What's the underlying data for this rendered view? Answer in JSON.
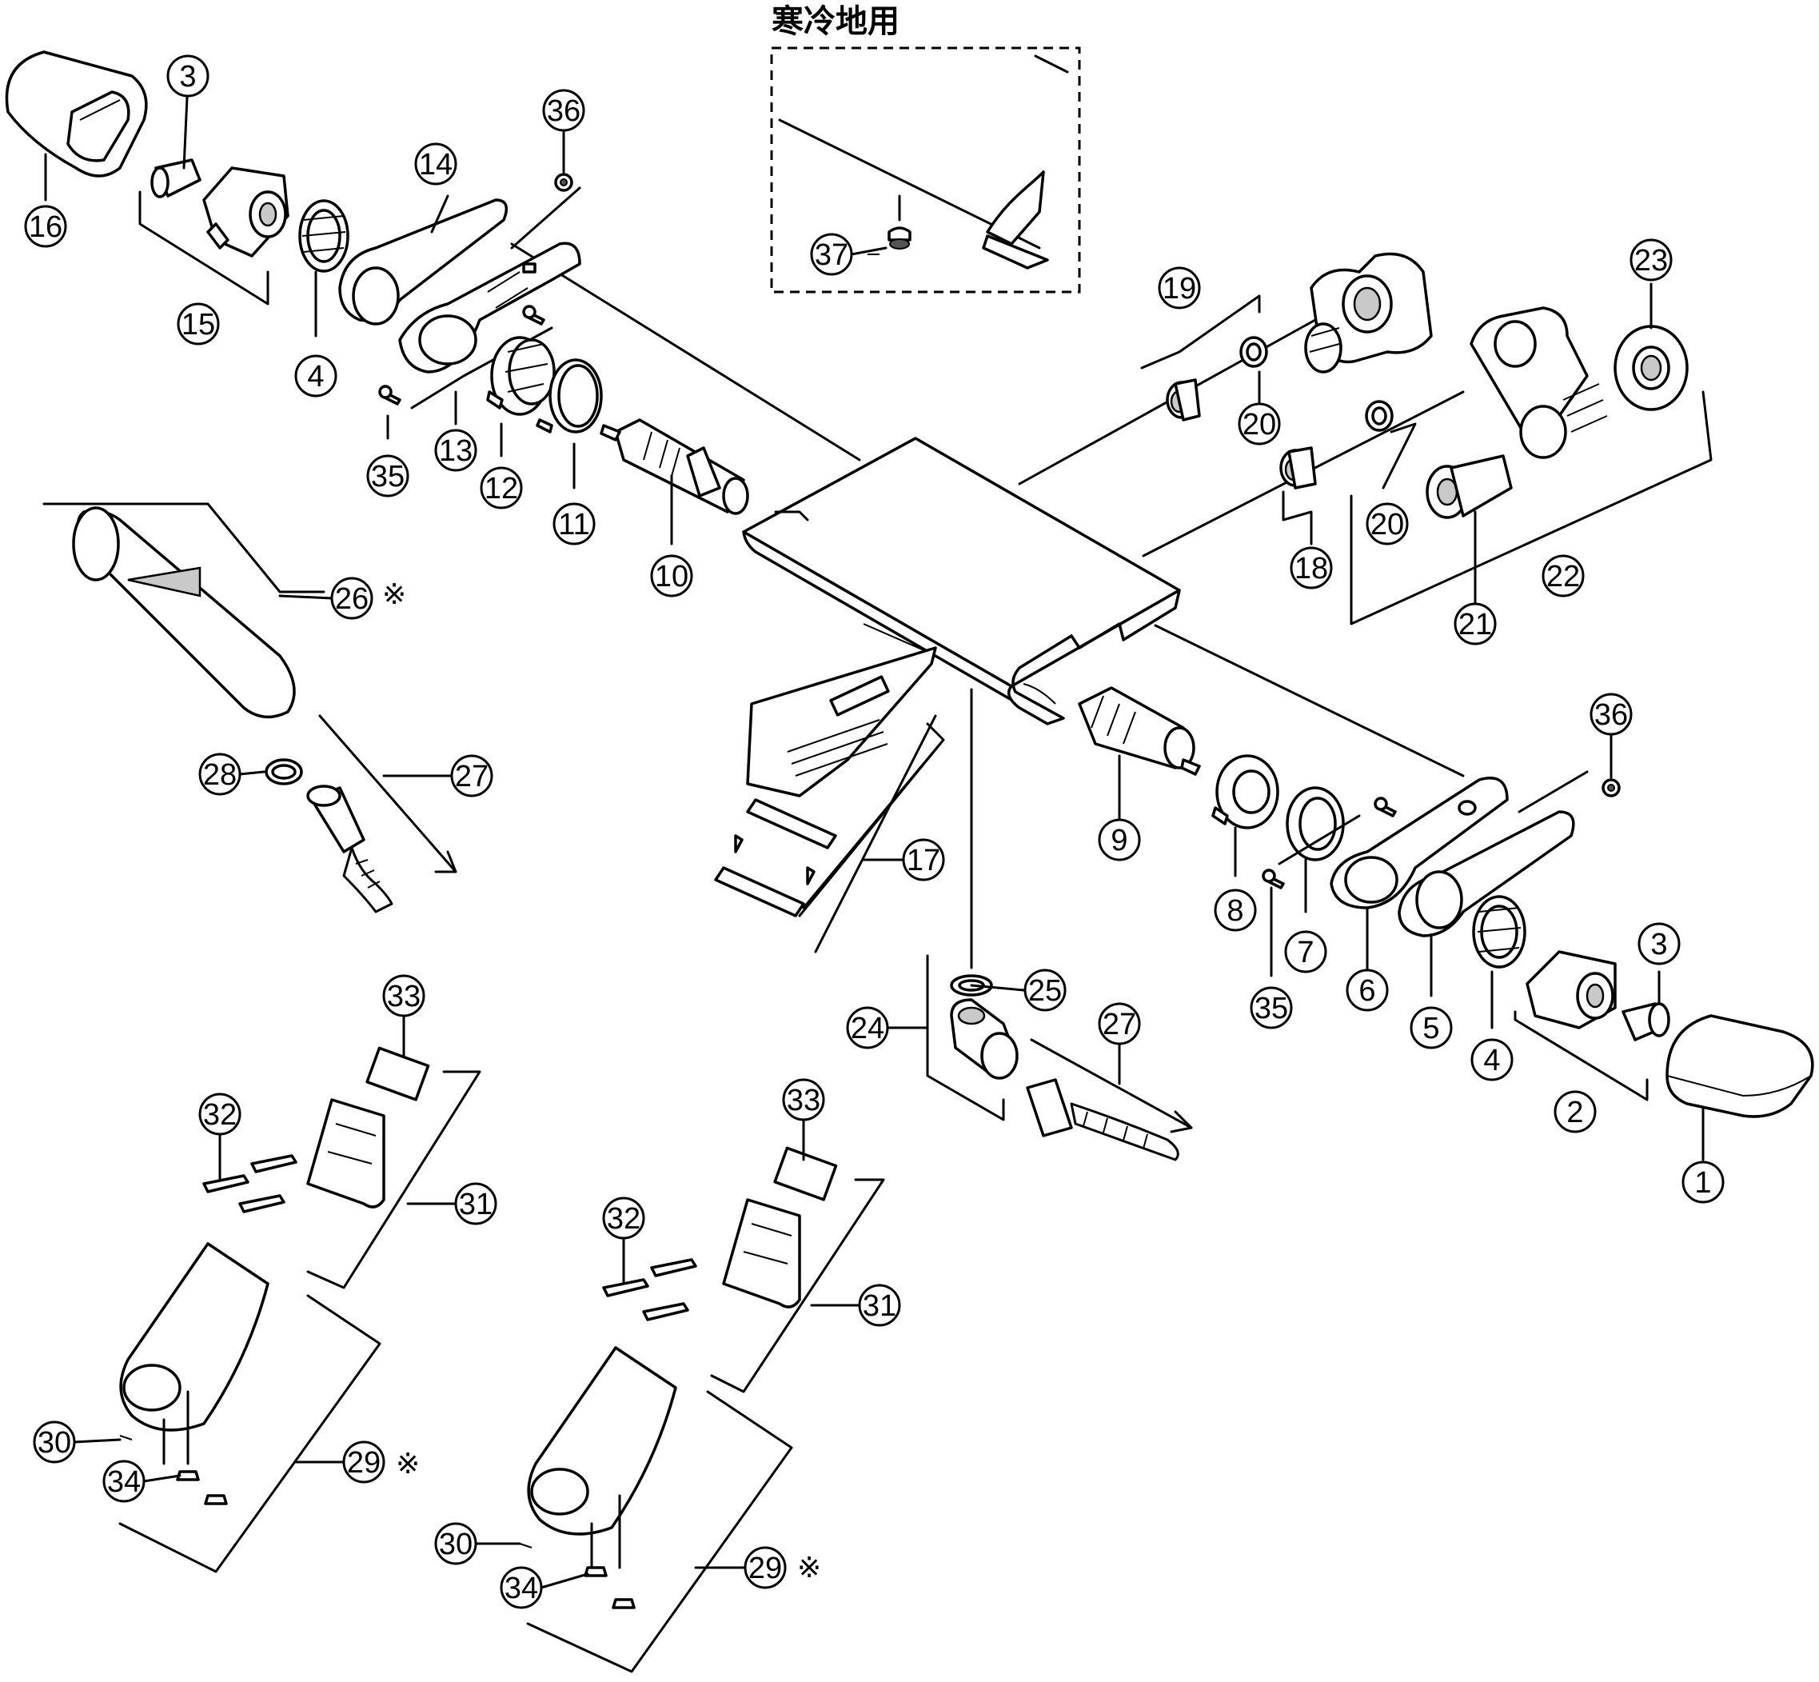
{
  "inset": {
    "title": "寒冷地用"
  },
  "mark": "※",
  "callouts": [
    {
      "id": "c16",
      "label": "16"
    },
    {
      "id": "c3a",
      "label": "3"
    },
    {
      "id": "c15",
      "label": "15"
    },
    {
      "id": "c4a",
      "label": "4"
    },
    {
      "id": "c14",
      "label": "14"
    },
    {
      "id": "c36a",
      "label": "36"
    },
    {
      "id": "c13",
      "label": "13"
    },
    {
      "id": "c35a",
      "label": "35"
    },
    {
      "id": "c12",
      "label": "12"
    },
    {
      "id": "c11",
      "label": "11"
    },
    {
      "id": "c10",
      "label": "10"
    },
    {
      "id": "c37",
      "label": "37"
    },
    {
      "id": "c19",
      "label": "19"
    },
    {
      "id": "c20a",
      "label": "20"
    },
    {
      "id": "c20b",
      "label": "20"
    },
    {
      "id": "c18",
      "label": "18"
    },
    {
      "id": "c23",
      "label": "23"
    },
    {
      "id": "c21",
      "label": "21"
    },
    {
      "id": "c22",
      "label": "22"
    },
    {
      "id": "c26",
      "label": "26"
    },
    {
      "id": "c28",
      "label": "28"
    },
    {
      "id": "c27a",
      "label": "27"
    },
    {
      "id": "c17",
      "label": "17"
    },
    {
      "id": "c9",
      "label": "9"
    },
    {
      "id": "c8",
      "label": "8"
    },
    {
      "id": "c7",
      "label": "7"
    },
    {
      "id": "c35b",
      "label": "35"
    },
    {
      "id": "c6",
      "label": "6"
    },
    {
      "id": "c5",
      "label": "5"
    },
    {
      "id": "c4b",
      "label": "4"
    },
    {
      "id": "c36b",
      "label": "36"
    },
    {
      "id": "c3b",
      "label": "3"
    },
    {
      "id": "c2",
      "label": "2"
    },
    {
      "id": "c1",
      "label": "1"
    },
    {
      "id": "c25",
      "label": "25"
    },
    {
      "id": "c24",
      "label": "24"
    },
    {
      "id": "c27b",
      "label": "27"
    },
    {
      "id": "c33a",
      "label": "33"
    },
    {
      "id": "c32a",
      "label": "32"
    },
    {
      "id": "c31a",
      "label": "31"
    },
    {
      "id": "c30a",
      "label": "30"
    },
    {
      "id": "c34a",
      "label": "34"
    },
    {
      "id": "c29a",
      "label": "29"
    },
    {
      "id": "c33b",
      "label": "33"
    },
    {
      "id": "c32b",
      "label": "32"
    },
    {
      "id": "c31b",
      "label": "31"
    },
    {
      "id": "c30b",
      "label": "30"
    },
    {
      "id": "c34b",
      "label": "34"
    },
    {
      "id": "c29b",
      "label": "29"
    }
  ]
}
